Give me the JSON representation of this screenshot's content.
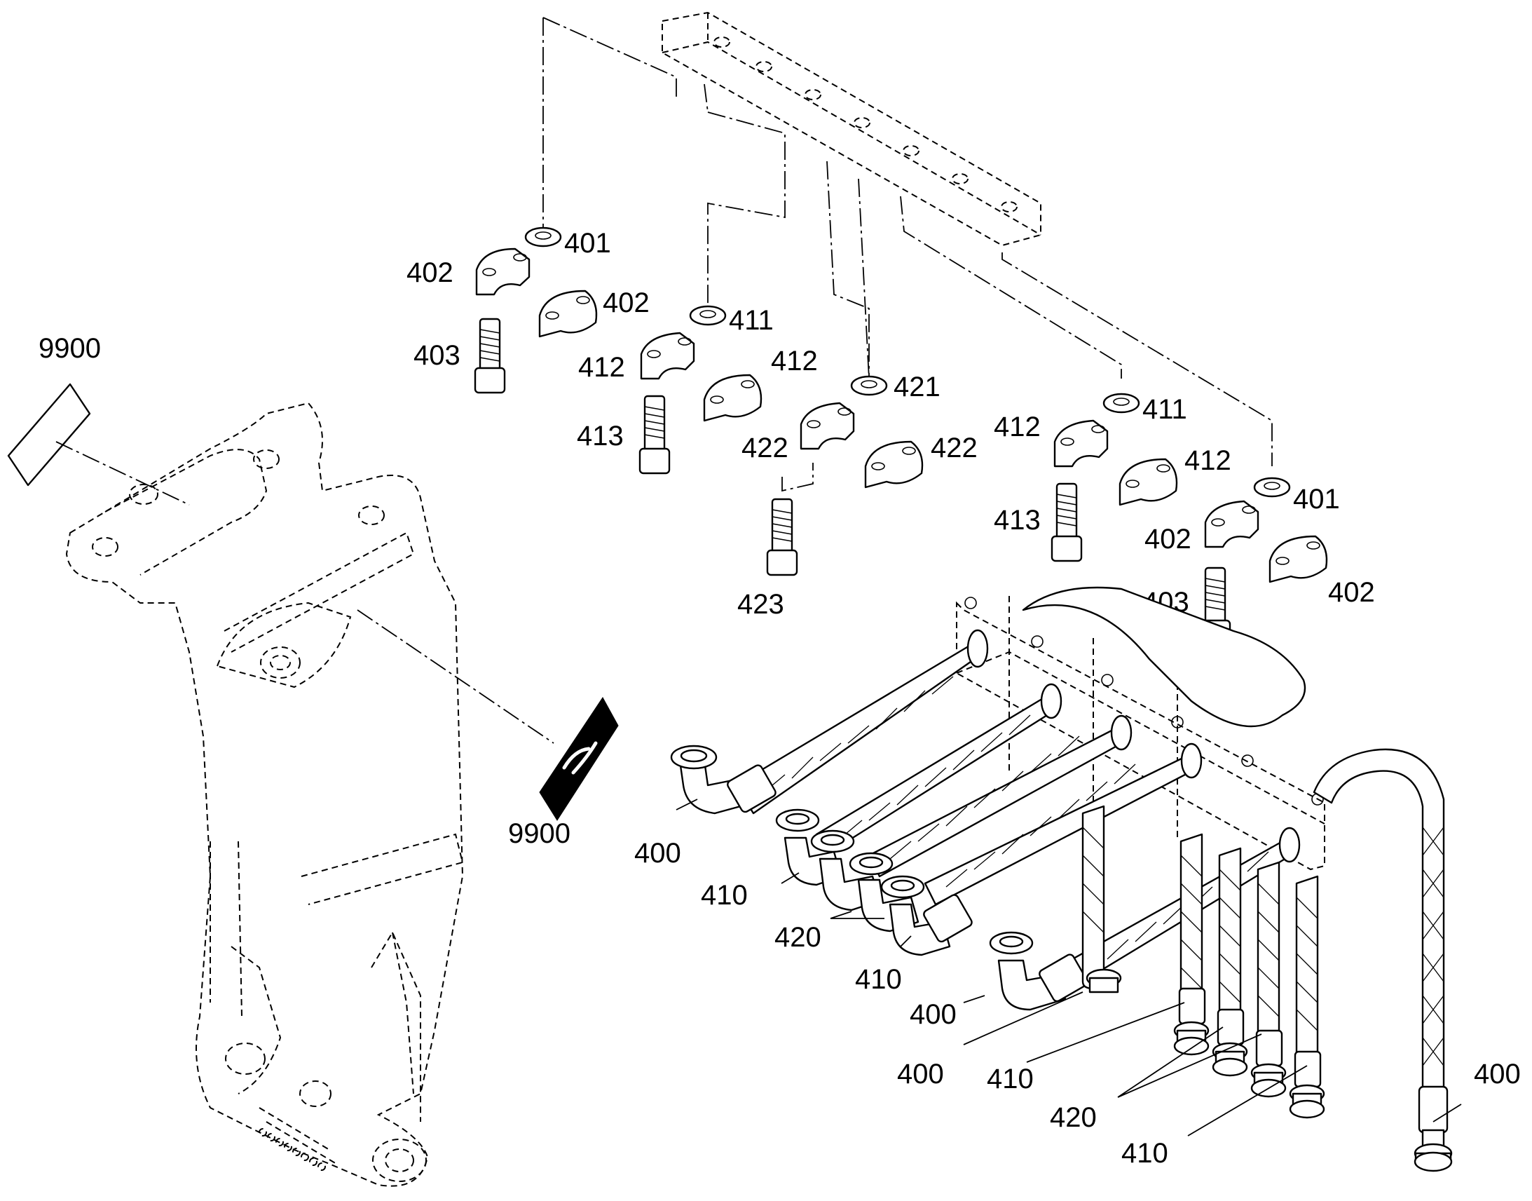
{
  "diagram": {
    "labels": {
      "p9900_top": "9900",
      "p9900_bottom": "9900",
      "p401_a": "401",
      "p402_a": "402",
      "p402_b": "402",
      "p403_a": "403",
      "p411_a": "411",
      "p412_a": "412",
      "p412_b": "412",
      "p413_a": "413",
      "p421": "421",
      "p422_a": "422",
      "p422_b": "422",
      "p423": "423",
      "p412_c": "412",
      "p411_b": "411",
      "p412_d": "412",
      "p413_b": "413",
      "p401_b": "401",
      "p402_c": "402",
      "p403_b": "403",
      "p402_d": "402",
      "p400_a": "400",
      "p410_a": "410",
      "p420_a": "420",
      "p410_b": "410",
      "p400_b": "400",
      "p400_c": "400",
      "p410_c": "410",
      "p420_b": "420",
      "p410_d": "410",
      "p400_d": "400"
    }
  }
}
